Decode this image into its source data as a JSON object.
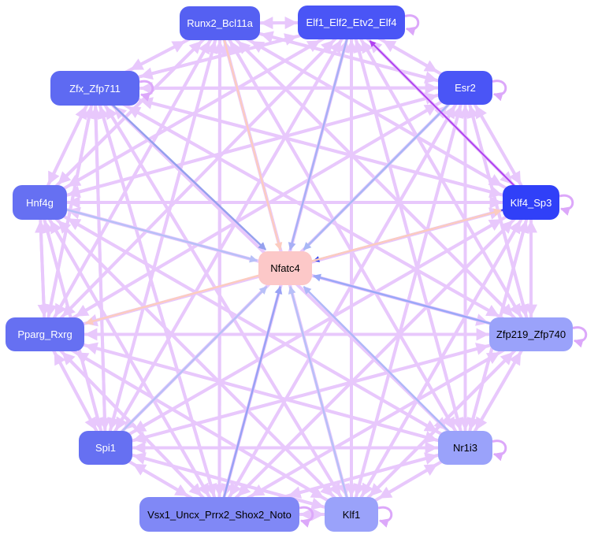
{
  "graph": {
    "nodes": [
      {
        "id": "runx2",
        "label": "Runx2_Bcl11a",
        "color": "#5560f2",
        "text": "#ffffff"
      },
      {
        "id": "elf1",
        "label": "Elf1_Elf2_Etv2_Elf4",
        "color": "#4a55f6",
        "text": "#ffffff"
      },
      {
        "id": "esr2",
        "label": "Esr2",
        "color": "#4a55f6",
        "text": "#ffffff"
      },
      {
        "id": "zfx",
        "label": "Zfx_Zfp711",
        "color": "#5e6af2",
        "text": "#ffffff"
      },
      {
        "id": "hnf4g",
        "label": "Hnf4g",
        "color": "#6670f2",
        "text": "#ffffff"
      },
      {
        "id": "klf4",
        "label": "Klf4_Sp3",
        "color": "#3040f8",
        "text": "#ffffff"
      },
      {
        "id": "nfatc4",
        "label": "Nfatc4",
        "color": "#fcc8c8",
        "text": "#000000"
      },
      {
        "id": "pparg",
        "label": "Pparg_Rxrg",
        "color": "#6670f2",
        "text": "#ffffff"
      },
      {
        "id": "zfp219",
        "label": "Zfp219_Zfp740",
        "color": "#9aa2fa",
        "text": "#000000"
      },
      {
        "id": "spi1",
        "label": "Spi1",
        "color": "#6670f2",
        "text": "#ffffff"
      },
      {
        "id": "nr1i3",
        "label": "Nr1i3",
        "color": "#9aa2fa",
        "text": "#000000"
      },
      {
        "id": "vsx1",
        "label": "Vsx1_Uncx_Prrx2_Shox2_Noto",
        "color": "#8088f6",
        "text": "#000000"
      },
      {
        "id": "klf1",
        "label": "Klf1",
        "color": "#9aa2fa",
        "text": "#000000"
      }
    ],
    "background_edge_color": "#e8c8fc",
    "highlighted_edges": [
      {
        "from": "runx2",
        "to": "nfatc4",
        "color": "#fcccc0"
      },
      {
        "from": "elf1",
        "to": "nfatc4",
        "color": "#a8b0f6"
      },
      {
        "from": "esr2",
        "to": "nfatc4",
        "color": "#a8b8f6"
      },
      {
        "from": "zfx",
        "to": "nfatc4",
        "color": "#95a0ee"
      },
      {
        "from": "hnf4g",
        "to": "nfatc4",
        "color": "#b8c0f8"
      },
      {
        "from": "klf4",
        "to": "nfatc4",
        "color": "#2e40f0"
      },
      {
        "from": "nfatc4",
        "to": "klf4",
        "color": "#fcccc0"
      },
      {
        "from": "nfatc4",
        "to": "pparg",
        "color": "#fcccc0"
      },
      {
        "from": "zfp219",
        "to": "nfatc4",
        "color": "#9aa8f8"
      },
      {
        "from": "spi1",
        "to": "nfatc4",
        "color": "#b8c0f8"
      },
      {
        "from": "nr1i3",
        "to": "nfatc4",
        "color": "#b0b8f8"
      },
      {
        "from": "vsx1",
        "to": "nfatc4",
        "color": "#99a2f5"
      },
      {
        "from": "klf1",
        "to": "nfatc4",
        "color": "#b8c0f8"
      },
      {
        "from": "klf4",
        "to": "elf1",
        "color": "#b040f0"
      }
    ],
    "self_loops": [
      "elf1",
      "esr2",
      "zfx",
      "klf4",
      "zfp219",
      "nr1i3",
      "vsx1",
      "klf1"
    ]
  }
}
